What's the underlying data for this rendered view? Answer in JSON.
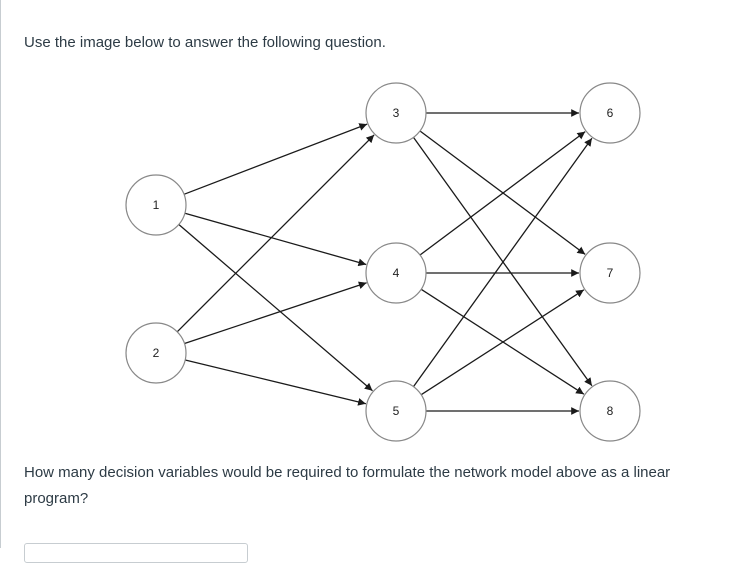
{
  "prompt": "Use the image below to answer the following question.",
  "question": "How many decision variables would be required to formulate the network model above as a linear program?",
  "network": {
    "nodes": [
      "1",
      "2",
      "3",
      "4",
      "5",
      "6",
      "7",
      "8"
    ],
    "edges": [
      [
        "1",
        "3"
      ],
      [
        "1",
        "4"
      ],
      [
        "1",
        "5"
      ],
      [
        "2",
        "3"
      ],
      [
        "2",
        "4"
      ],
      [
        "2",
        "5"
      ],
      [
        "3",
        "6"
      ],
      [
        "3",
        "7"
      ],
      [
        "3",
        "8"
      ],
      [
        "4",
        "6"
      ],
      [
        "4",
        "7"
      ],
      [
        "4",
        "8"
      ],
      [
        "5",
        "6"
      ],
      [
        "5",
        "7"
      ],
      [
        "5",
        "8"
      ]
    ]
  },
  "answer": {
    "value": ""
  }
}
